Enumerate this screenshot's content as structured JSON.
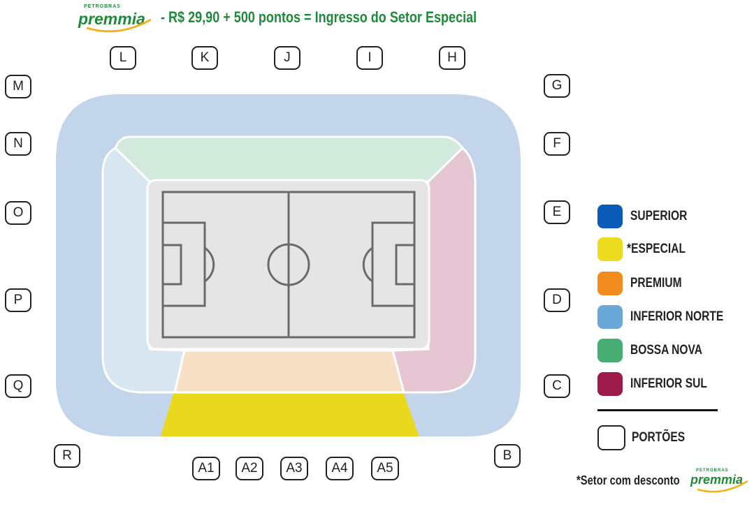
{
  "header": {
    "logo_small": "PETROBRAS",
    "logo_text": "premmia",
    "promo_text": "- R$ 29,90 + 500 pontos = Ingresso do Setor Especial"
  },
  "gates": {
    "L": "L",
    "K": "K",
    "J": "J",
    "I": "I",
    "H": "H",
    "M": "M",
    "N": "N",
    "O": "O",
    "P": "P",
    "Q": "Q",
    "R": "R",
    "G": "G",
    "F": "F",
    "E": "E",
    "D": "D",
    "C": "C",
    "B": "B",
    "A1": "A1",
    "A2": "A2",
    "A3": "A3",
    "A4": "A4",
    "A5": "A5"
  },
  "legend": {
    "items": [
      {
        "label": "SUPERIOR",
        "color": "#0a5cb8"
      },
      {
        "label": "*ESPECIAL",
        "color": "#ebdc1f"
      },
      {
        "label": "PREMIUM",
        "color": "#f28c1f"
      },
      {
        "label": "INFERIOR NORTE",
        "color": "#6aa8d8"
      },
      {
        "label": "BOSSA NOVA",
        "color": "#47ad72"
      },
      {
        "label": "INFERIOR SUL",
        "color": "#9c1b4a"
      }
    ],
    "gates_label": "PORTÕES"
  },
  "footnote": {
    "text": "*Setor com desconto",
    "logo_small": "PETROBRAS",
    "logo_text": "premmia"
  },
  "map_colors": {
    "superior": "#c2d5ea",
    "inferior_norte": "#d8e6f2",
    "bossa_nova": "#d2eadb",
    "inferior_sul": "#e6c6d2",
    "premium": "#f8e0c6",
    "especial": "#e8d91f",
    "field": "#e5e5e5",
    "field_lines": "#6a6a6a"
  }
}
